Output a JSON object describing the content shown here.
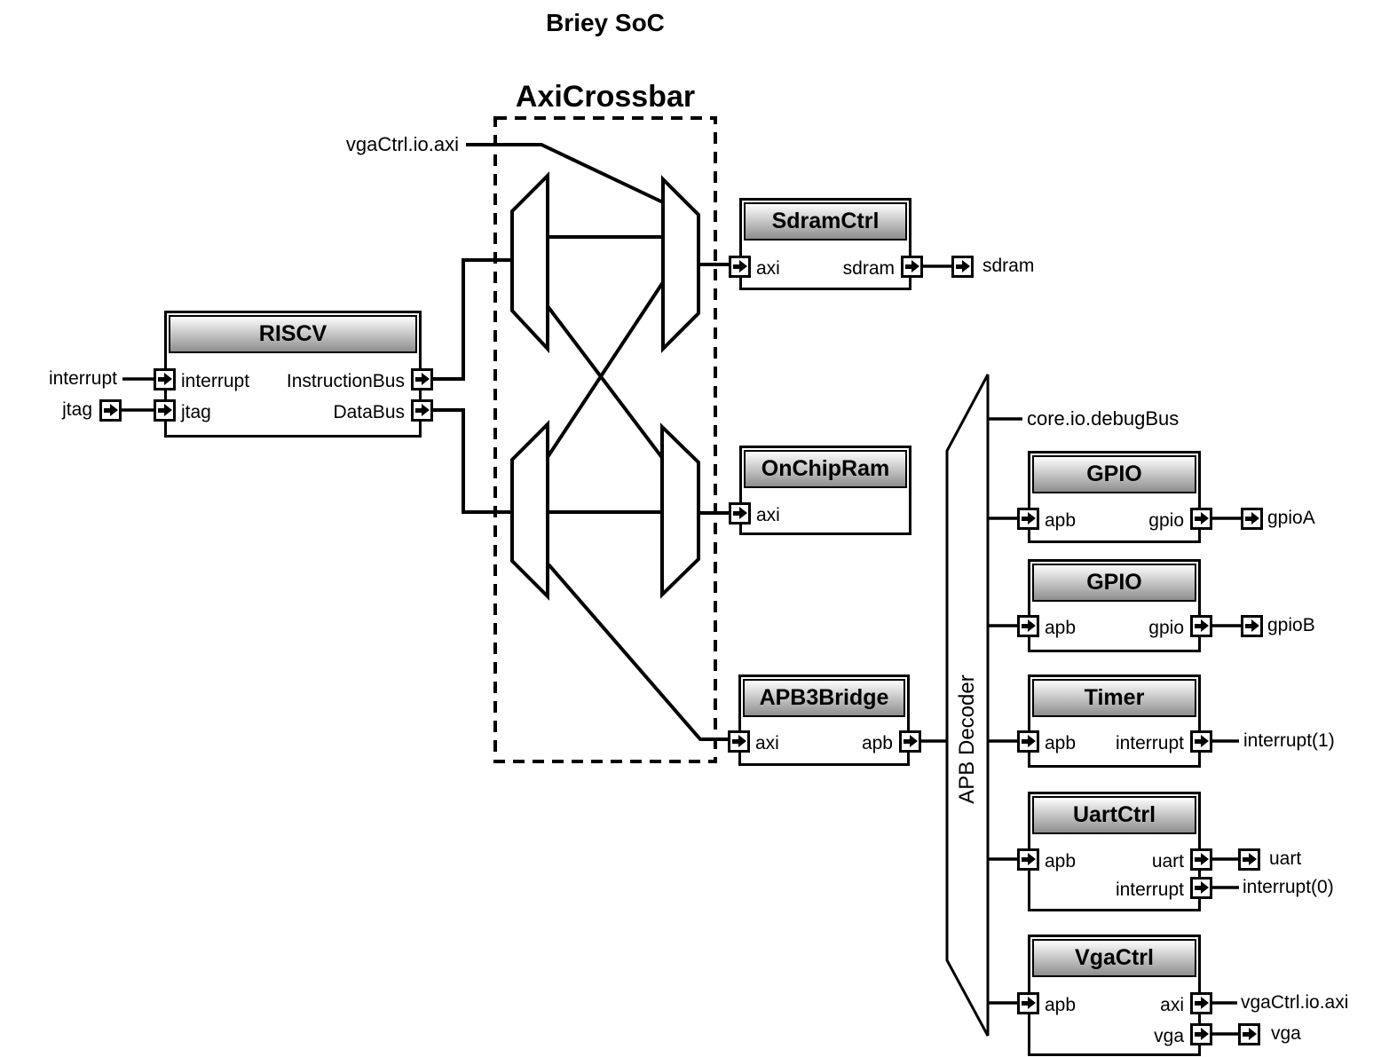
{
  "title": "Briey SoC",
  "crossbar": {
    "label": "AxiCrossbar"
  },
  "decoder": {
    "label": "APB Decoder"
  },
  "nets": {
    "vga_axi_feedback": "vgaCtrl.io.axi",
    "debug_bus": "core.io.debugBus"
  },
  "blocks": {
    "riscv": {
      "title": "RISCV",
      "left_ports": [
        "interrupt",
        "jtag"
      ],
      "right_ports": [
        "InstructionBus",
        "DataBus"
      ]
    },
    "sdramctrl": {
      "title": "SdramCtrl",
      "left_ports": [
        "axi"
      ],
      "right_ports": [
        "sdram"
      ]
    },
    "onchipram": {
      "title": "OnChipRam",
      "left_ports": [
        "axi"
      ],
      "right_ports": []
    },
    "apb3bridge": {
      "title": "APB3Bridge",
      "left_ports": [
        "axi"
      ],
      "right_ports": [
        "apb"
      ]
    },
    "gpio_a": {
      "title": "GPIO",
      "left_ports": [
        "apb"
      ],
      "right_ports": [
        "gpio"
      ]
    },
    "gpio_b": {
      "title": "GPIO",
      "left_ports": [
        "apb"
      ],
      "right_ports": [
        "gpio"
      ]
    },
    "timer": {
      "title": "Timer",
      "left_ports": [
        "apb"
      ],
      "right_ports": [
        "interrupt"
      ]
    },
    "uartctrl": {
      "title": "UartCtrl",
      "left_ports": [
        "apb"
      ],
      "right_ports": [
        "uart",
        "interrupt"
      ]
    },
    "vgactrl": {
      "title": "VgaCtrl",
      "left_ports": [
        "apb"
      ],
      "right_ports": [
        "axi",
        "vga"
      ]
    }
  },
  "external_pins": {
    "interrupt": "interrupt",
    "jtag": "jtag",
    "sdram": "sdram",
    "gpioA": "gpioA",
    "gpioB": "gpioB",
    "interrupt1": "interrupt(1)",
    "uart": "uart",
    "interrupt0": "interrupt(0)",
    "vga_axi": "vgaCtrl.io.axi",
    "vga": "vga"
  },
  "colors": {
    "line": "#000000",
    "background": "#ffffff",
    "header_top": "#fdfdfd",
    "header_bottom": "#8e8e8e"
  }
}
